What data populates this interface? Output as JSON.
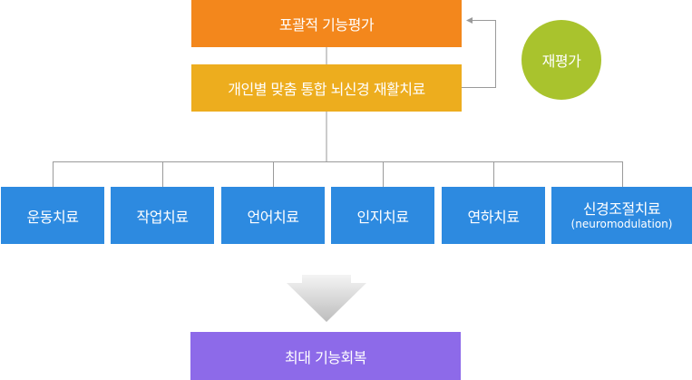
{
  "colors": {
    "assessment": "#f3871c",
    "treatment": "#edad1e",
    "therapy": "#2d8ae0",
    "result": "#8d6ae9",
    "reevaluation": "#a9c32d",
    "connector": "#9a9a9a",
    "arrow": "#cccccc"
  },
  "assessment": {
    "label": "포괄적 기능평가"
  },
  "treatment": {
    "label": "개인별 맞춤 통합 뇌신경 재활치료"
  },
  "reevaluation": {
    "label": "재평가"
  },
  "therapies": [
    {
      "label": "운동치료"
    },
    {
      "label": "작업치료"
    },
    {
      "label": "언어치료"
    },
    {
      "label": "인지치료"
    },
    {
      "label": "연하치료"
    },
    {
      "label": "신경조절치료",
      "sublabel": "(neuromodulation)"
    }
  ],
  "result": {
    "label": "최대 기능회복"
  }
}
